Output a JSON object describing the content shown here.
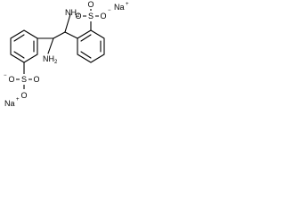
{
  "molecule": {
    "labels": {
      "sodium_top": "Na",
      "sodium_top_charge": "+",
      "sodium_bottom": "Na",
      "sodium_bottom_charge": "+",
      "amine_top": "NH",
      "amine_top_sub": "2",
      "amine_bottom": "NH",
      "amine_bottom_sub": "2",
      "sulfur_left": "S",
      "sulfur_right": "S",
      "oxygen_left_1": "O",
      "oxygen_left_2": "O",
      "oxygen_left_3": "O",
      "oxygen_left_charge": "−",
      "oxygen_right_1": "O",
      "oxygen_right_2": "O",
      "oxygen_right_3": "O",
      "oxygen_right_charge": "−"
    }
  }
}
